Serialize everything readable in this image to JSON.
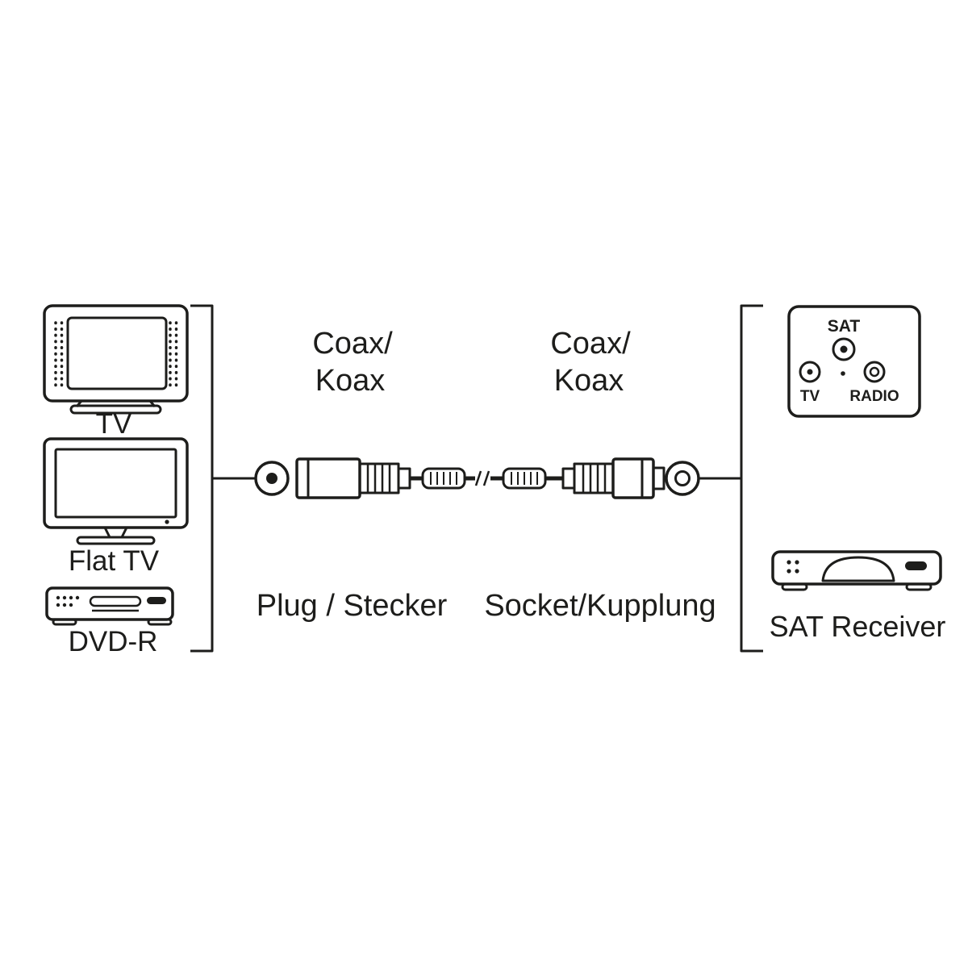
{
  "page": {
    "background": "#ffffff",
    "line_color": "#1d1d1b",
    "text_color": "#1d1d1b"
  },
  "devices": {
    "crt_tv": "TV",
    "flat_tv": "Flat TV",
    "dvd_recorder": "DVD-R"
  },
  "connectors": {
    "left_type_line1": "Coax/",
    "left_type_line2": "Koax",
    "right_type_line1": "Coax/",
    "right_type_line2": "Koax",
    "left_kind": "Plug / Stecker",
    "right_kind": "Socket/Kupplung"
  },
  "wall_socket": {
    "sat": "SAT",
    "tv": "TV",
    "radio": "RADIO"
  },
  "sat_receiver": "SAT Receiver"
}
